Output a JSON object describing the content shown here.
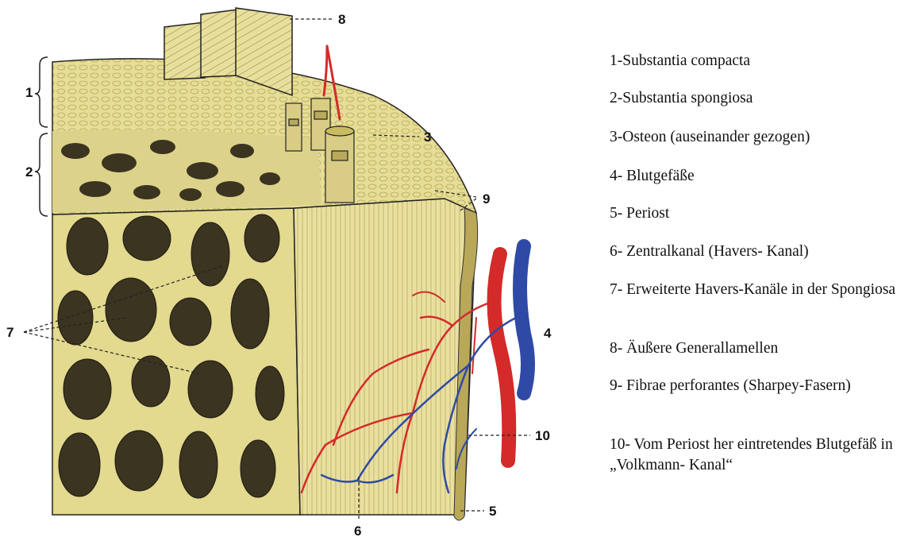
{
  "figure": {
    "callouts": [
      "1",
      "2",
      "3",
      "4",
      "5",
      "6",
      "7",
      "8",
      "9",
      "10"
    ],
    "colors": {
      "bone": "#e6dd96",
      "bone_dark": "#c9bb62",
      "cavity": "#3b3421",
      "artery": "#d42a2a",
      "vein": "#2f4aa6",
      "line": "#222222"
    }
  },
  "legend": {
    "items": [
      "1-Substantia compacta",
      "2-Substantia spongiosa",
      "3-Osteon (auseinander gezogen)",
      "4- Blutgefäße",
      "5- Periost",
      "6- Zentralkanal (Havers- Kanal)",
      "7- Erweiterte Havers-Kanäle in der Spongiosa",
      "8- Äußere Generallamellen",
      "9- Fibrae perforantes (Sharpey-Fasern)",
      "10- Vom Periost her eintretendes Blutgefäß in „Volkmann- Kanal“"
    ]
  }
}
